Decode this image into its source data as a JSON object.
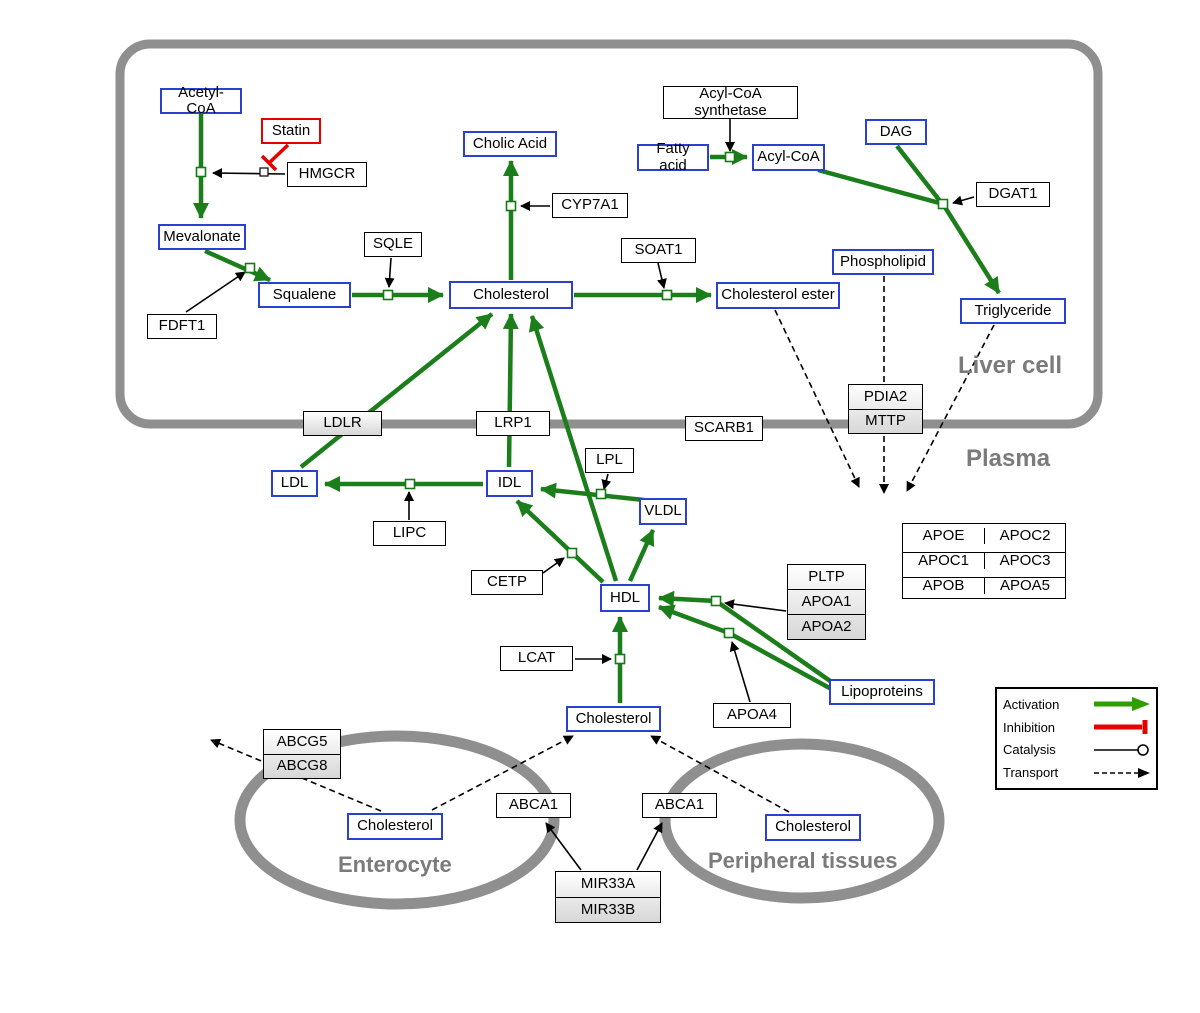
{
  "regions": {
    "liver": "Liver cell",
    "plasma": "Plasma",
    "enterocyte": "Enterocyte",
    "peripheral": "Peripheral tissues"
  },
  "nodes": {
    "acetyl_coa": "Acetyl-CoA",
    "statin": "Statin",
    "hmgcr": "HMGCR",
    "mevalonate": "Mevalonate",
    "fdft1": "FDFT1",
    "squalene": "Squalene",
    "sqle": "SQLE",
    "cholesterol_liver": "Cholesterol",
    "cholic_acid": "Cholic Acid",
    "cyp7a1": "CYP7A1",
    "soat1": "SOAT1",
    "cholesterol_ester": "Cholesterol ester",
    "fatty_acid": "Fatty acid",
    "acyl_coa_synthetase": "Acyl-CoA synthetase",
    "acyl_coa": "Acyl-CoA",
    "dag": "DAG",
    "dgat1": "DGAT1",
    "phospholipid": "Phospholipid",
    "triglyceride": "Triglyceride",
    "ldlr": "LDLR",
    "lrp1": "LRP1",
    "scarb1": "SCARB1",
    "pdia2": "PDIA2",
    "mttp": "MTTP",
    "ldl": "LDL",
    "idl": "IDL",
    "lipc": "LIPC",
    "lpl": "LPL",
    "vldl": "VLDL",
    "cetp": "CETP",
    "hdl": "HDL",
    "lcat": "LCAT",
    "pltp": "PLTP",
    "apoa1": "APOA1",
    "apoa2": "APOA2",
    "apoa4": "APOA4",
    "lipoproteins": "Lipoproteins",
    "apoe": "APOE",
    "apoc2": "APOC2",
    "apoc1": "APOC1",
    "apoc3": "APOC3",
    "apob": "APOB",
    "apoa5": "APOA5",
    "cholesterol_plasma": "Cholesterol",
    "abcg5": "ABCG5",
    "abcg8": "ABCG8",
    "cholesterol_enterocyte": "Cholesterol",
    "abca1_enterocyte": "ABCA1",
    "abca1_peripheral": "ABCA1",
    "cholesterol_peripheral": "Cholesterol",
    "mir33a": "MIR33A",
    "mir33b": "MIR33B"
  },
  "legend": {
    "activation": "Activation",
    "inhibition": "Inhibition",
    "catalysis": "Catalysis",
    "transport": "Transport"
  },
  "colors": {
    "activation_green": "#1b7e1b",
    "inhibition_red": "#e60000",
    "entity_border_blue": "#2a41cf",
    "membrane_gray": "#8f8f8f"
  }
}
